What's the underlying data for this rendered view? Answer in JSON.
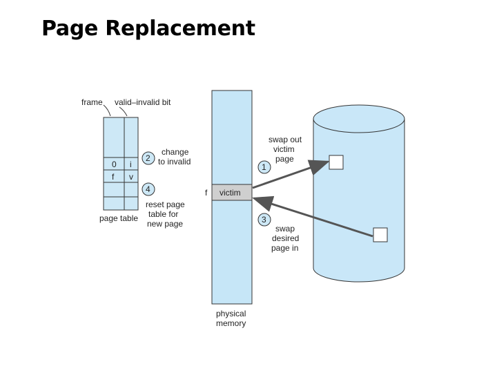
{
  "title": "Page Replacement",
  "page_table": {
    "frame_label": "frame",
    "valid_bit_label": "valid–invalid bit",
    "rows": [
      {
        "frame": "0",
        "bit": "i"
      },
      {
        "frame": "f",
        "bit": "v"
      }
    ],
    "caption": "page table"
  },
  "physical_memory": {
    "frame_marker": "f",
    "victim_label": "victim",
    "caption_line1": "physical",
    "caption_line2": "memory"
  },
  "steps": [
    {
      "number": "1",
      "line1": "swap out",
      "line2": "victim",
      "line3": "page"
    },
    {
      "number": "2",
      "line1": "change",
      "line2": "to invalid"
    },
    {
      "number": "3",
      "line1": "swap",
      "line2": "desired",
      "line3": "page in"
    },
    {
      "number": "4",
      "line1": "reset page",
      "line2": "table for",
      "line3": "new page"
    }
  ],
  "colors": {
    "light_blue": "#cde8f6",
    "memory_fill": "#c6e6f7",
    "disk_fill": "#c9e7f8",
    "victim_fill": "#cfcfcf",
    "outline": "#333333"
  }
}
